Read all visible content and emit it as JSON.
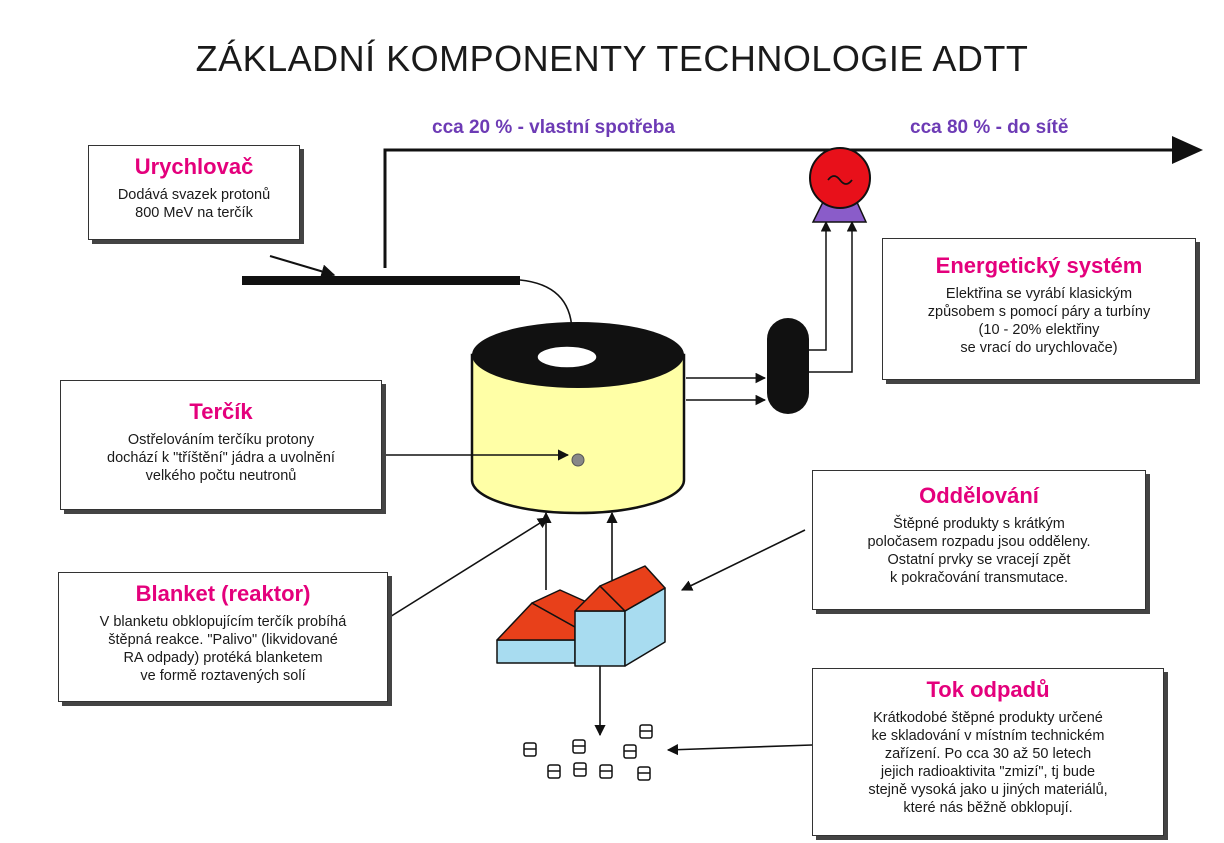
{
  "title": "ZÁKLADNÍ KOMPONENTY TECHNOLOGIE ADTT",
  "flows": {
    "own_use": "cca 20 % - vlastní spotřeba",
    "to_grid": "cca 80 % - do sítě"
  },
  "components": {
    "accelerator": {
      "heading": "Urychlovač",
      "text": "Dodává svazek protonů\n800 MeV na terčík"
    },
    "target": {
      "heading": "Terčík",
      "text": "Ostřelováním terčíku protony\ndochází k \"tříštění\" jádra a uvolnění\nvelkého počtu neutronů"
    },
    "blanket": {
      "heading": "Blanket (reaktor)",
      "text": "V blanketu obklopujícím terčík probíhá\nštěpná reakce. \"Palivo\" (likvidované\nRA odpady) protéká blanketem\nve formě roztavených solí"
    },
    "energy": {
      "heading": "Energetický systém",
      "text": "Elektřina se vyrábí klasickým\nzpůsobem s pomocí páry a turbíny\n(10 - 20% elektřiny\nse vrací do urychlovače)"
    },
    "separation": {
      "heading": "Oddělování",
      "text": "Štěpné produkty s krátkým\npoločasem rozpadu jsou odděleny.\nOstatní prvky se vracejí zpět\nk pokračování transmutace."
    },
    "waste": {
      "heading": "Tok odpadů",
      "text": "Krátkodobé štěpné produkty určené\nke skladování v místním technickém\nzařízení. Po cca 30 až 50 letech\njejich radioaktivita \"zmizí\", tj bude\nstejně vysoká jako u jiných materiálů,\nkteré nás běžně obklopují."
    }
  },
  "colors": {
    "heading": "#e4007c",
    "flow_label": "#6d3bb5",
    "reactor": "#ffffa6",
    "generator": "#e8101a",
    "generator_base": "#8a5cc9",
    "roof": "#e8401a",
    "wall": "#a8dcf0"
  }
}
